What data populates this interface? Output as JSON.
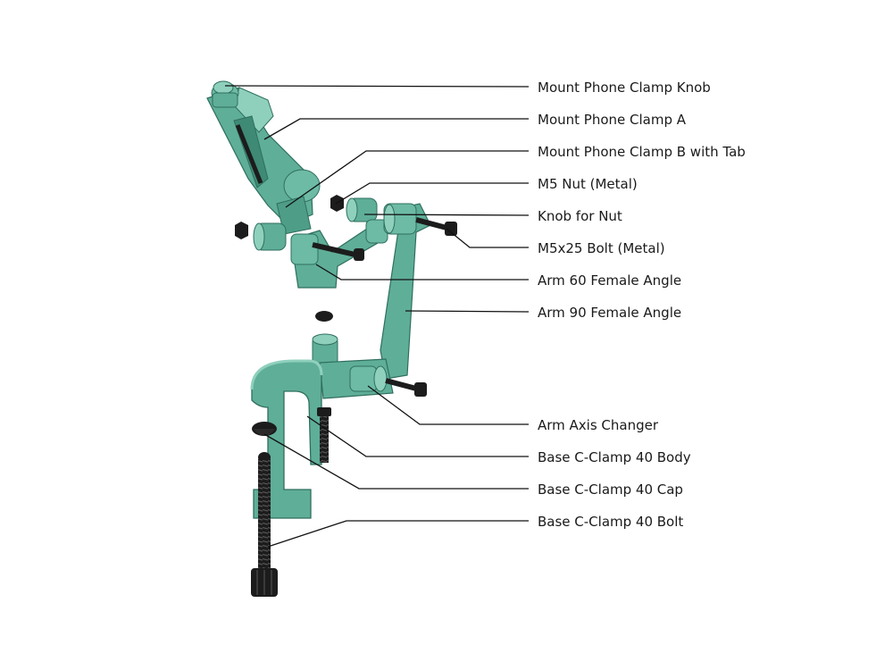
{
  "labels": [
    "Mount Phone Clamp Knob",
    "Mount Phone Clamp A",
    "Mount Phone Clamp B with Tab",
    "M5 Nut (Metal)",
    "Knob for Nut",
    "M5x25 Bolt (Metal)",
    "Arm 60 Female Angle",
    "Arm 90 Female Angle",
    "Arm Axis Changer",
    "Base C-Clamp 40 Body",
    "Base C-Clamp 40 Cap",
    "Base C-Clamp 40 Bolt"
  ],
  "colors": {
    "part": "#5fae98",
    "part_dark": "#3e8a75",
    "part_light": "#8fd0bd",
    "metal": "#1c1c1c",
    "line": "#111111"
  }
}
